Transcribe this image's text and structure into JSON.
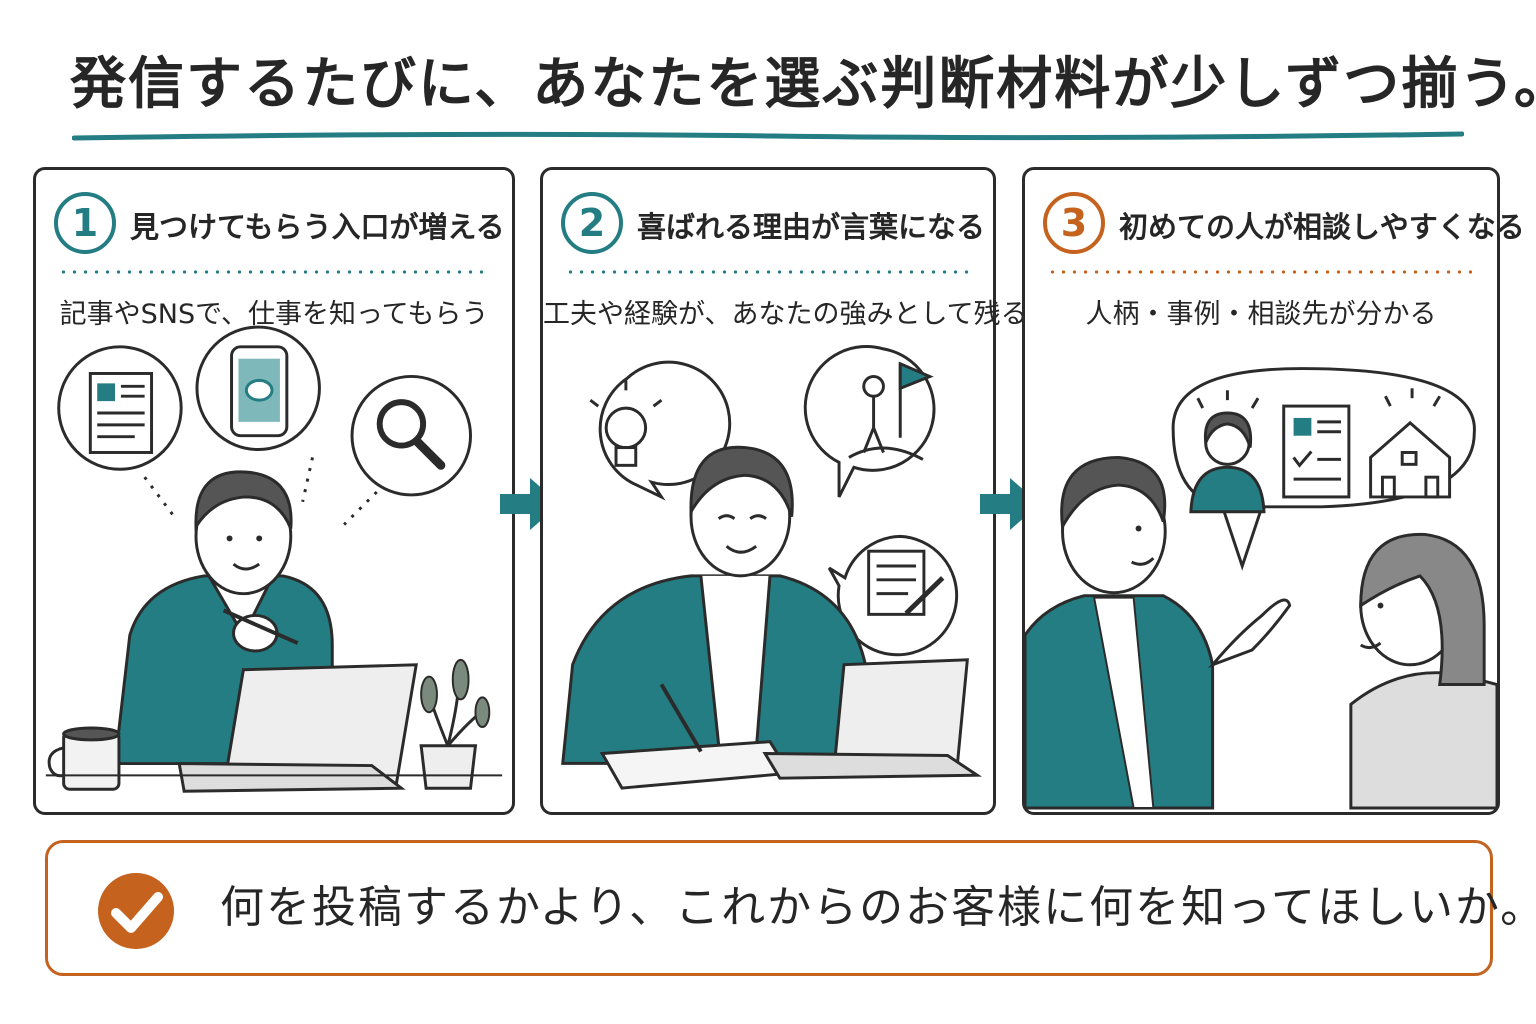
{
  "title": "発信するたびに、あなたを選ぶ判断材料が少しずつ揃う。",
  "colors": {
    "teal": "#237d82",
    "orange": "#c4621e",
    "ink": "#262626"
  },
  "steps": [
    {
      "number": "1",
      "heading": "見つけてもらう入口が増える",
      "subheading": "記事やSNSで、仕事を知ってもらう",
      "icons": [
        "article-icon",
        "smartphone-chat-icon",
        "magnifier-icon"
      ]
    },
    {
      "number": "2",
      "heading": "喜ばれる理由が言葉になる",
      "subheading": "工夫や経験が、あなたの強みとして残る",
      "icons": [
        "lightbulb-icon",
        "flag-summit-icon",
        "notepad-pencil-icon"
      ]
    },
    {
      "number": "3",
      "heading": "初めての人が相談しやすくなる",
      "subheading": "人柄・事例・相談先が分かる",
      "icons": [
        "person-icon",
        "document-check-icon",
        "house-icon"
      ]
    }
  ],
  "bottom": {
    "text": "何を投稿するかより、これからのお客様に何を知ってほしいか。",
    "icon": "checkmark-icon"
  }
}
